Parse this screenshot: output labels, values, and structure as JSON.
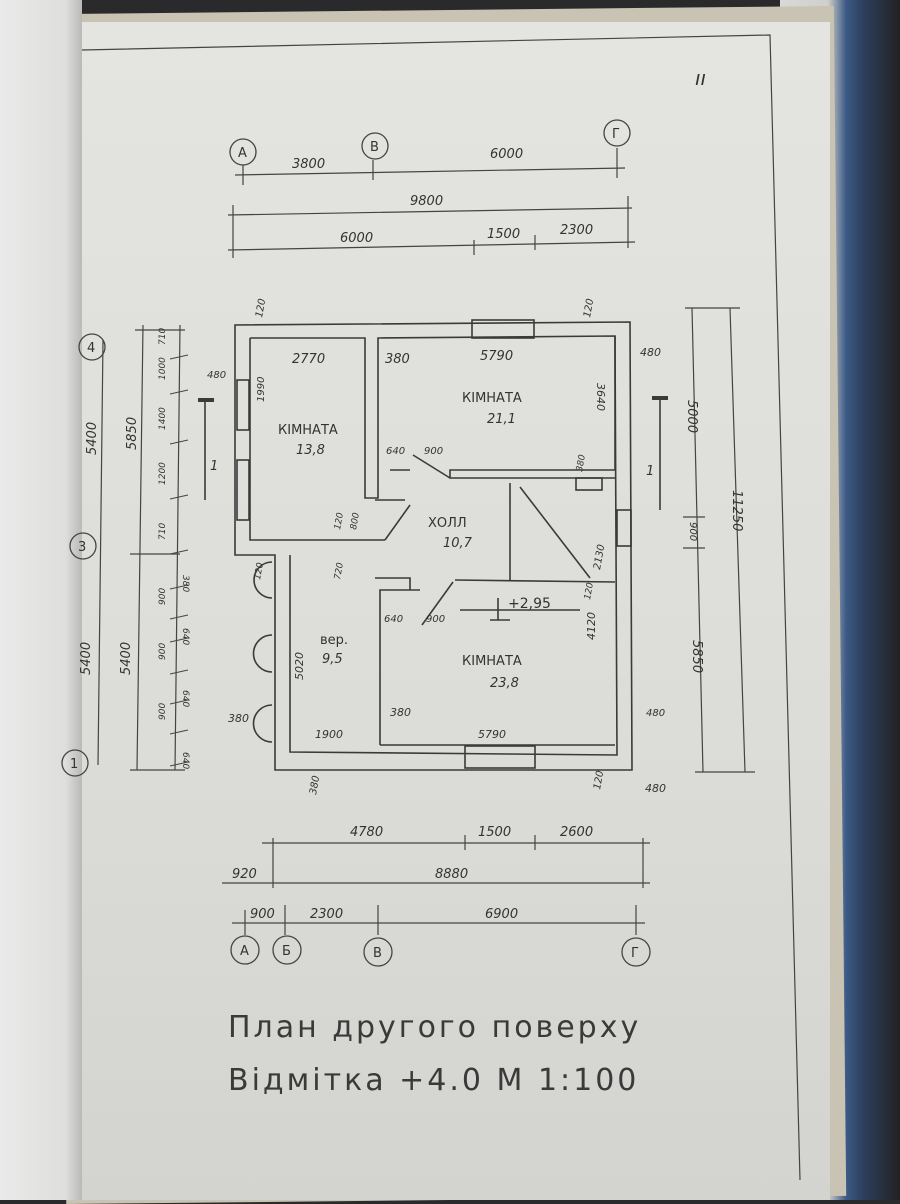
{
  "sheet": {
    "corner_mark": "ıı",
    "title_line1": "План другого поверху",
    "title_line2": "Відмітка +4.0 М 1:100"
  },
  "axes": {
    "top": [
      "А",
      "В",
      "Г"
    ],
    "bottom": [
      "А",
      "Б",
      "В",
      "Г"
    ],
    "left": [
      "4",
      "3",
      "1"
    ]
  },
  "dims_top": {
    "axis_row": [
      "3800",
      "6000"
    ],
    "overall": "9800",
    "parts": [
      "6000",
      "1500",
      "2300"
    ]
  },
  "dims_bottom": {
    "parts": [
      "4780",
      "1500",
      "2600"
    ],
    "offset": "920",
    "overall": "8880",
    "axis_row": [
      "900",
      "2300",
      "6900"
    ]
  },
  "dims_left": {
    "axis": [
      "5400",
      "5400"
    ],
    "overall": [
      "5850",
      "5400"
    ],
    "chain": [
      "710",
      "1000",
      "1400",
      "1200",
      "710",
      "380",
      "900",
      "640",
      "900",
      "640",
      "900",
      "640"
    ]
  },
  "dims_right": {
    "parts": [
      "5000",
      "900",
      "5850"
    ],
    "overall": "11250",
    "wall_top": "480",
    "wall_bottom": "480"
  },
  "rooms": [
    {
      "name": "КІМНАТА",
      "area": "13,8"
    },
    {
      "name": "КІМНАТА",
      "area": "21,1"
    },
    {
      "name": "ХОЛЛ",
      "area": "10,7"
    },
    {
      "name": "вер.",
      "area": "9,5"
    },
    {
      "name": "КІМНАТА",
      "area": "23,8"
    }
  ],
  "inner_dims": {
    "top_row": [
      "2770",
      "380",
      "5790"
    ],
    "wall_tl": "480",
    "wall_t1": "120",
    "wall_t2": "120",
    "room1_h": "1990",
    "room2_h": "3640",
    "door1": [
      "640",
      "900"
    ],
    "door2": [
      "640",
      "900"
    ],
    "hall_a": "120",
    "hall_b": "800",
    "hall_c": "120",
    "hall_d": "380",
    "hall_h": "2130",
    "ver_h": "5020",
    "ver_a": "120",
    "ver_b": "720",
    "room3_h": "4120",
    "r3_wall": "120",
    "bottom_row": [
      "380",
      "1900",
      "380",
      "5790",
      "480"
    ],
    "bottom_wall_l": "380",
    "bottom_wall_r": "120",
    "level_mark": "+2,95",
    "section_mark": "1"
  }
}
